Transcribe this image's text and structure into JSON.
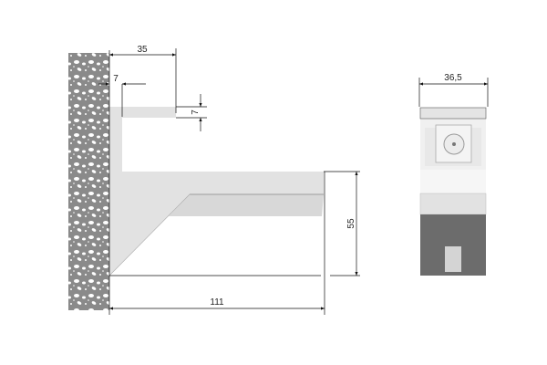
{
  "side_view": {
    "dim_depth_top": "35",
    "dim_plate_thickness": "7",
    "dim_shelf_gap": "7",
    "dim_height": "55",
    "dim_length": "111"
  },
  "front_view": {
    "dim_width": "36,5"
  }
}
